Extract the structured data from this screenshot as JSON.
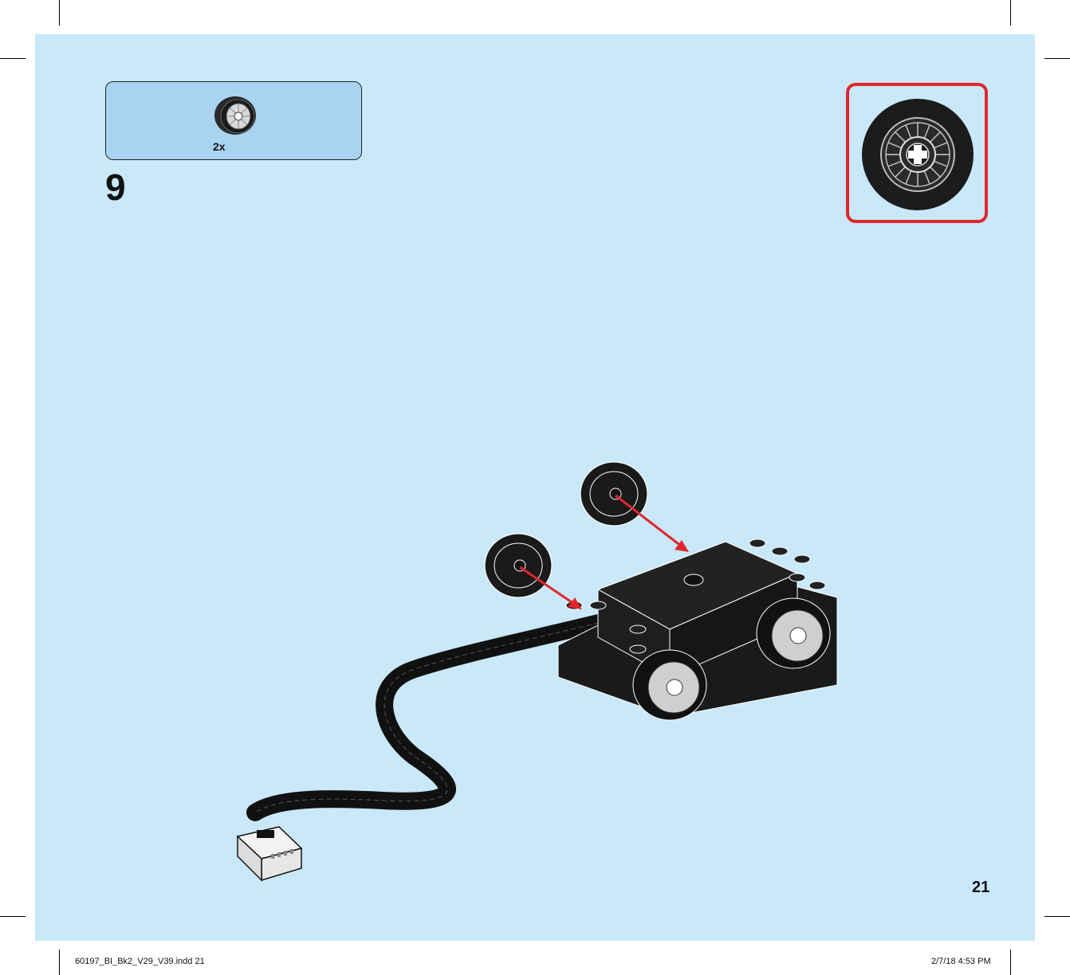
{
  "parts_list": {
    "quantity": "2x",
    "part_icon": "wheel-icon"
  },
  "step": {
    "number": "9"
  },
  "callout": {
    "part_icon": "wheel-icon",
    "border_color": "#e1262d"
  },
  "page": {
    "number": "21",
    "background": "#c9e8fa"
  },
  "footer": {
    "file": "60197_BI_Bk2_V29_V39.indd   21",
    "date": "2/7/18   4:53 PM"
  },
  "colors": {
    "arrow": "#e1262d",
    "parts_box": "#a9d3f1"
  }
}
